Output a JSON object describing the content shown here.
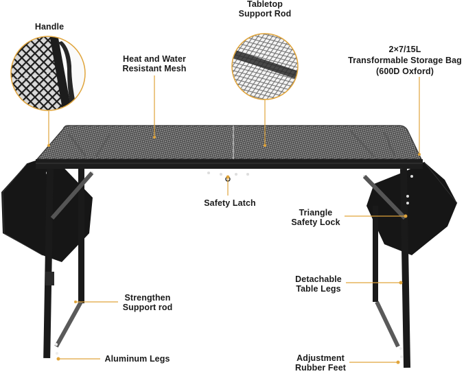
{
  "diagram": {
    "subject": "Folding mesh camping table with storage bags",
    "accent_color": "#e0a43a",
    "callouts": [
      {
        "id": "handle",
        "lines": [
          "Handle"
        ]
      },
      {
        "id": "mesh",
        "lines": [
          "Heat and Water",
          "Resistant Mesh"
        ]
      },
      {
        "id": "support-rod",
        "lines": [
          "Tabletop",
          "Support Rod"
        ]
      },
      {
        "id": "storage-bag",
        "lines": [
          "2×7/15L",
          "Transformable Storage Bag",
          "(600D Oxford)"
        ]
      },
      {
        "id": "safety-latch",
        "lines": [
          "Safety Latch"
        ]
      },
      {
        "id": "triangle-lock",
        "lines": [
          "Triangle",
          "Safety Lock"
        ]
      },
      {
        "id": "strengthen-rod",
        "lines": [
          "Strengthen",
          "Support rod"
        ]
      },
      {
        "id": "detachable-legs",
        "lines": [
          "Detachable",
          "Table Legs"
        ]
      },
      {
        "id": "aluminum-legs",
        "lines": [
          "Aluminum Legs"
        ]
      },
      {
        "id": "rubber-feet",
        "lines": [
          "Adjustment",
          "Rubber Feet"
        ]
      }
    ]
  }
}
